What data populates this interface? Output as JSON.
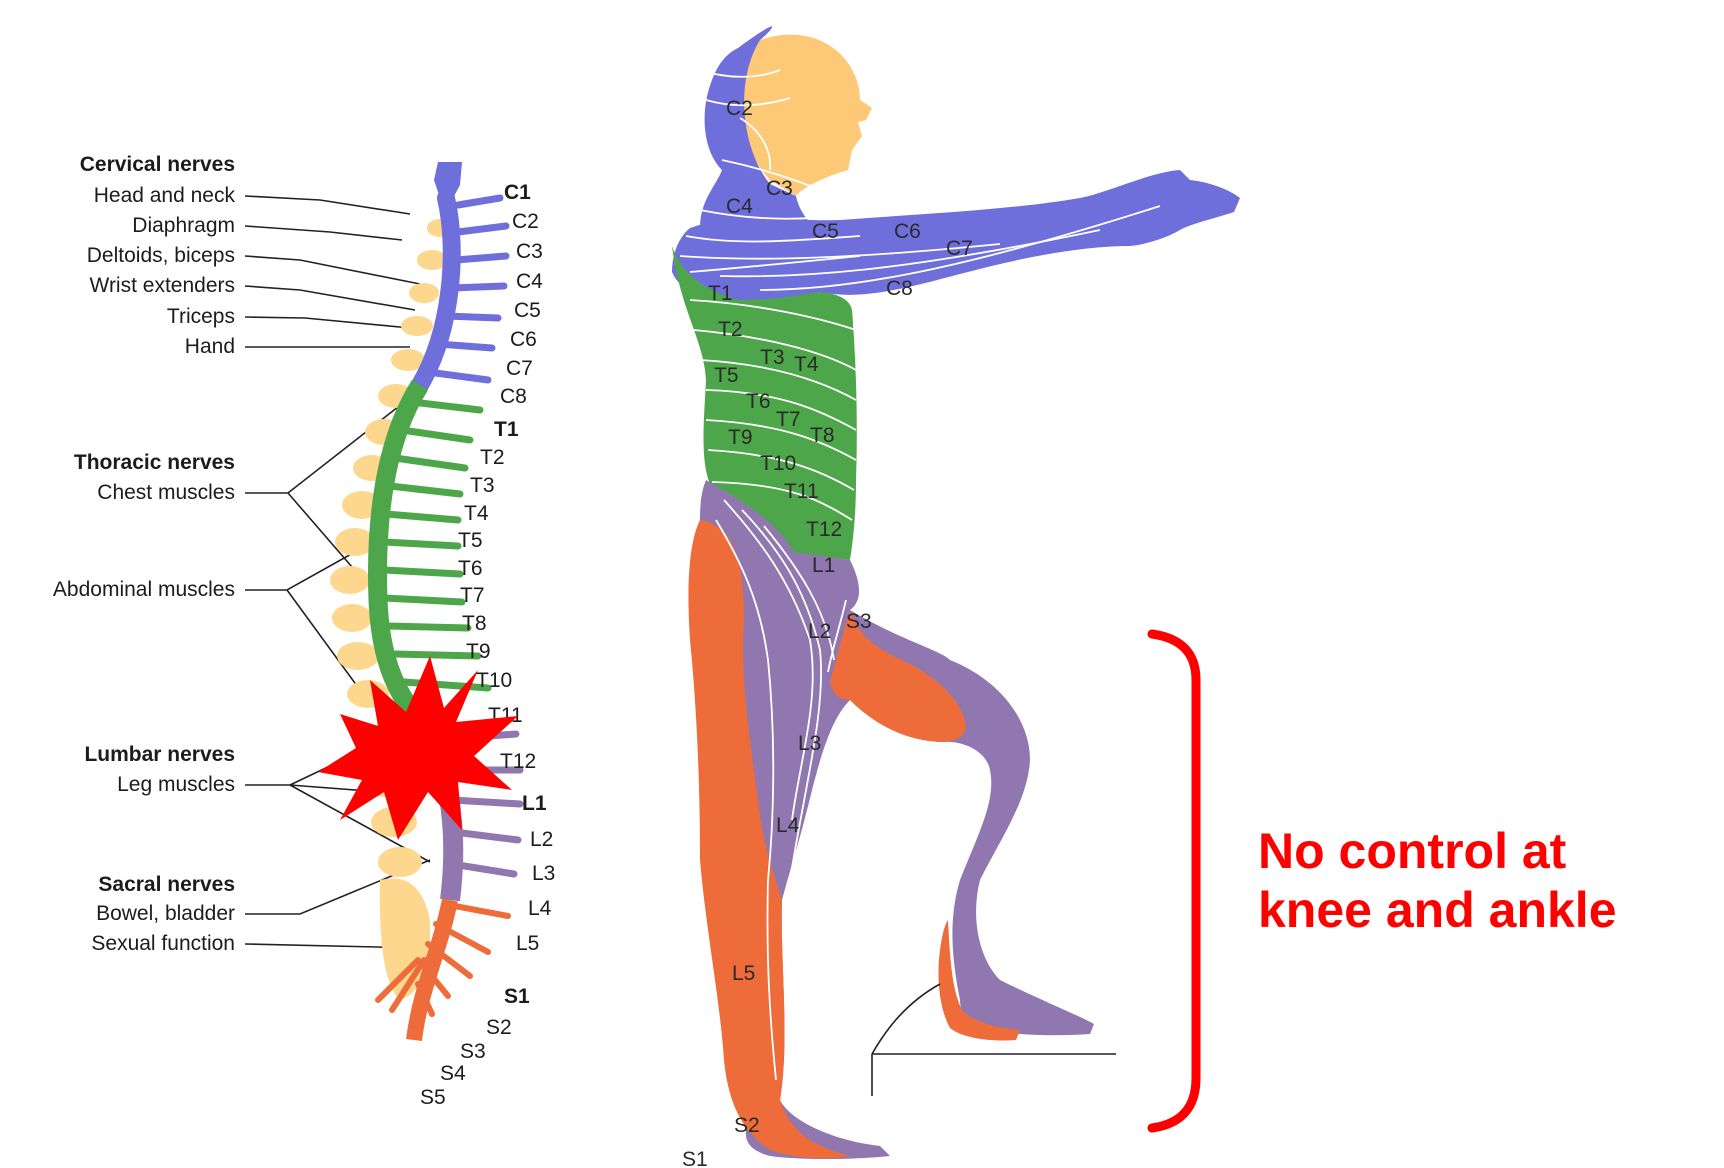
{
  "spine_labels": {
    "cervical_title": "Cervical nerves",
    "head_neck": "Head and neck",
    "diaphragm": "Diaphragm",
    "deltoids": "Deltoids, biceps",
    "wrist": "Wrist extenders",
    "triceps": "Triceps",
    "hand": "Hand",
    "thoracic_title": "Thoracic nerves",
    "chest": "Chest muscles",
    "abdominal": "Abdominal muscles",
    "lumbar_title": "Lumbar nerves",
    "leg": "Leg muscles",
    "sacral_title": "Sacral nerves",
    "bowel": "Bowel, bladder",
    "sexual": "Sexual function"
  },
  "nerve_roots": {
    "C1": "C1",
    "C2": "C2",
    "C3": "C3",
    "C4": "C4",
    "C5": "C5",
    "C6": "C6",
    "C7": "C7",
    "C8": "C8",
    "T1": "T1",
    "T2": "T2",
    "T3": "T3",
    "T4": "T4",
    "T5": "T5",
    "T6": "T6",
    "T7": "T7",
    "T8": "T8",
    "T9": "T9",
    "T10": "T10",
    "T11": "T11",
    "T12": "T12",
    "L1": "L1",
    "L2": "L2",
    "L3": "L3",
    "L4": "L4",
    "L5": "L5",
    "S1": "S1",
    "S2": "S2",
    "S3": "S3",
    "S4": "S4",
    "S5": "S5"
  },
  "dermatome_labels": {
    "C2": "C2",
    "C3": "C3",
    "C4": "C4",
    "C5": "C5",
    "C6": "C6",
    "C7": "C7",
    "C8": "C8",
    "T1": "T1",
    "T2": "T2",
    "T3": "T3",
    "T4": "T4",
    "T5": "T5",
    "T6": "T6",
    "T7": "T7",
    "T8": "T8",
    "T9": "T9",
    "T10": "T10",
    "T11": "T11",
    "T12": "T12",
    "L1": "L1",
    "L2": "L2",
    "L3": "L3",
    "L4": "L4",
    "L5": "L5",
    "S1": "S1",
    "S2": "S2",
    "S3": "S3"
  },
  "callout": {
    "line1": "No control at",
    "line2": "knee and ankle"
  },
  "colors": {
    "cervical": "#6f6fdc",
    "thoracic": "#4ea64a",
    "lumbar": "#9177b0",
    "sacral": "#ee6b3a",
    "skin": "#fdc976",
    "vertebra": "#fdd78e",
    "injury": "#ff0000",
    "callout": "#ff0000"
  }
}
